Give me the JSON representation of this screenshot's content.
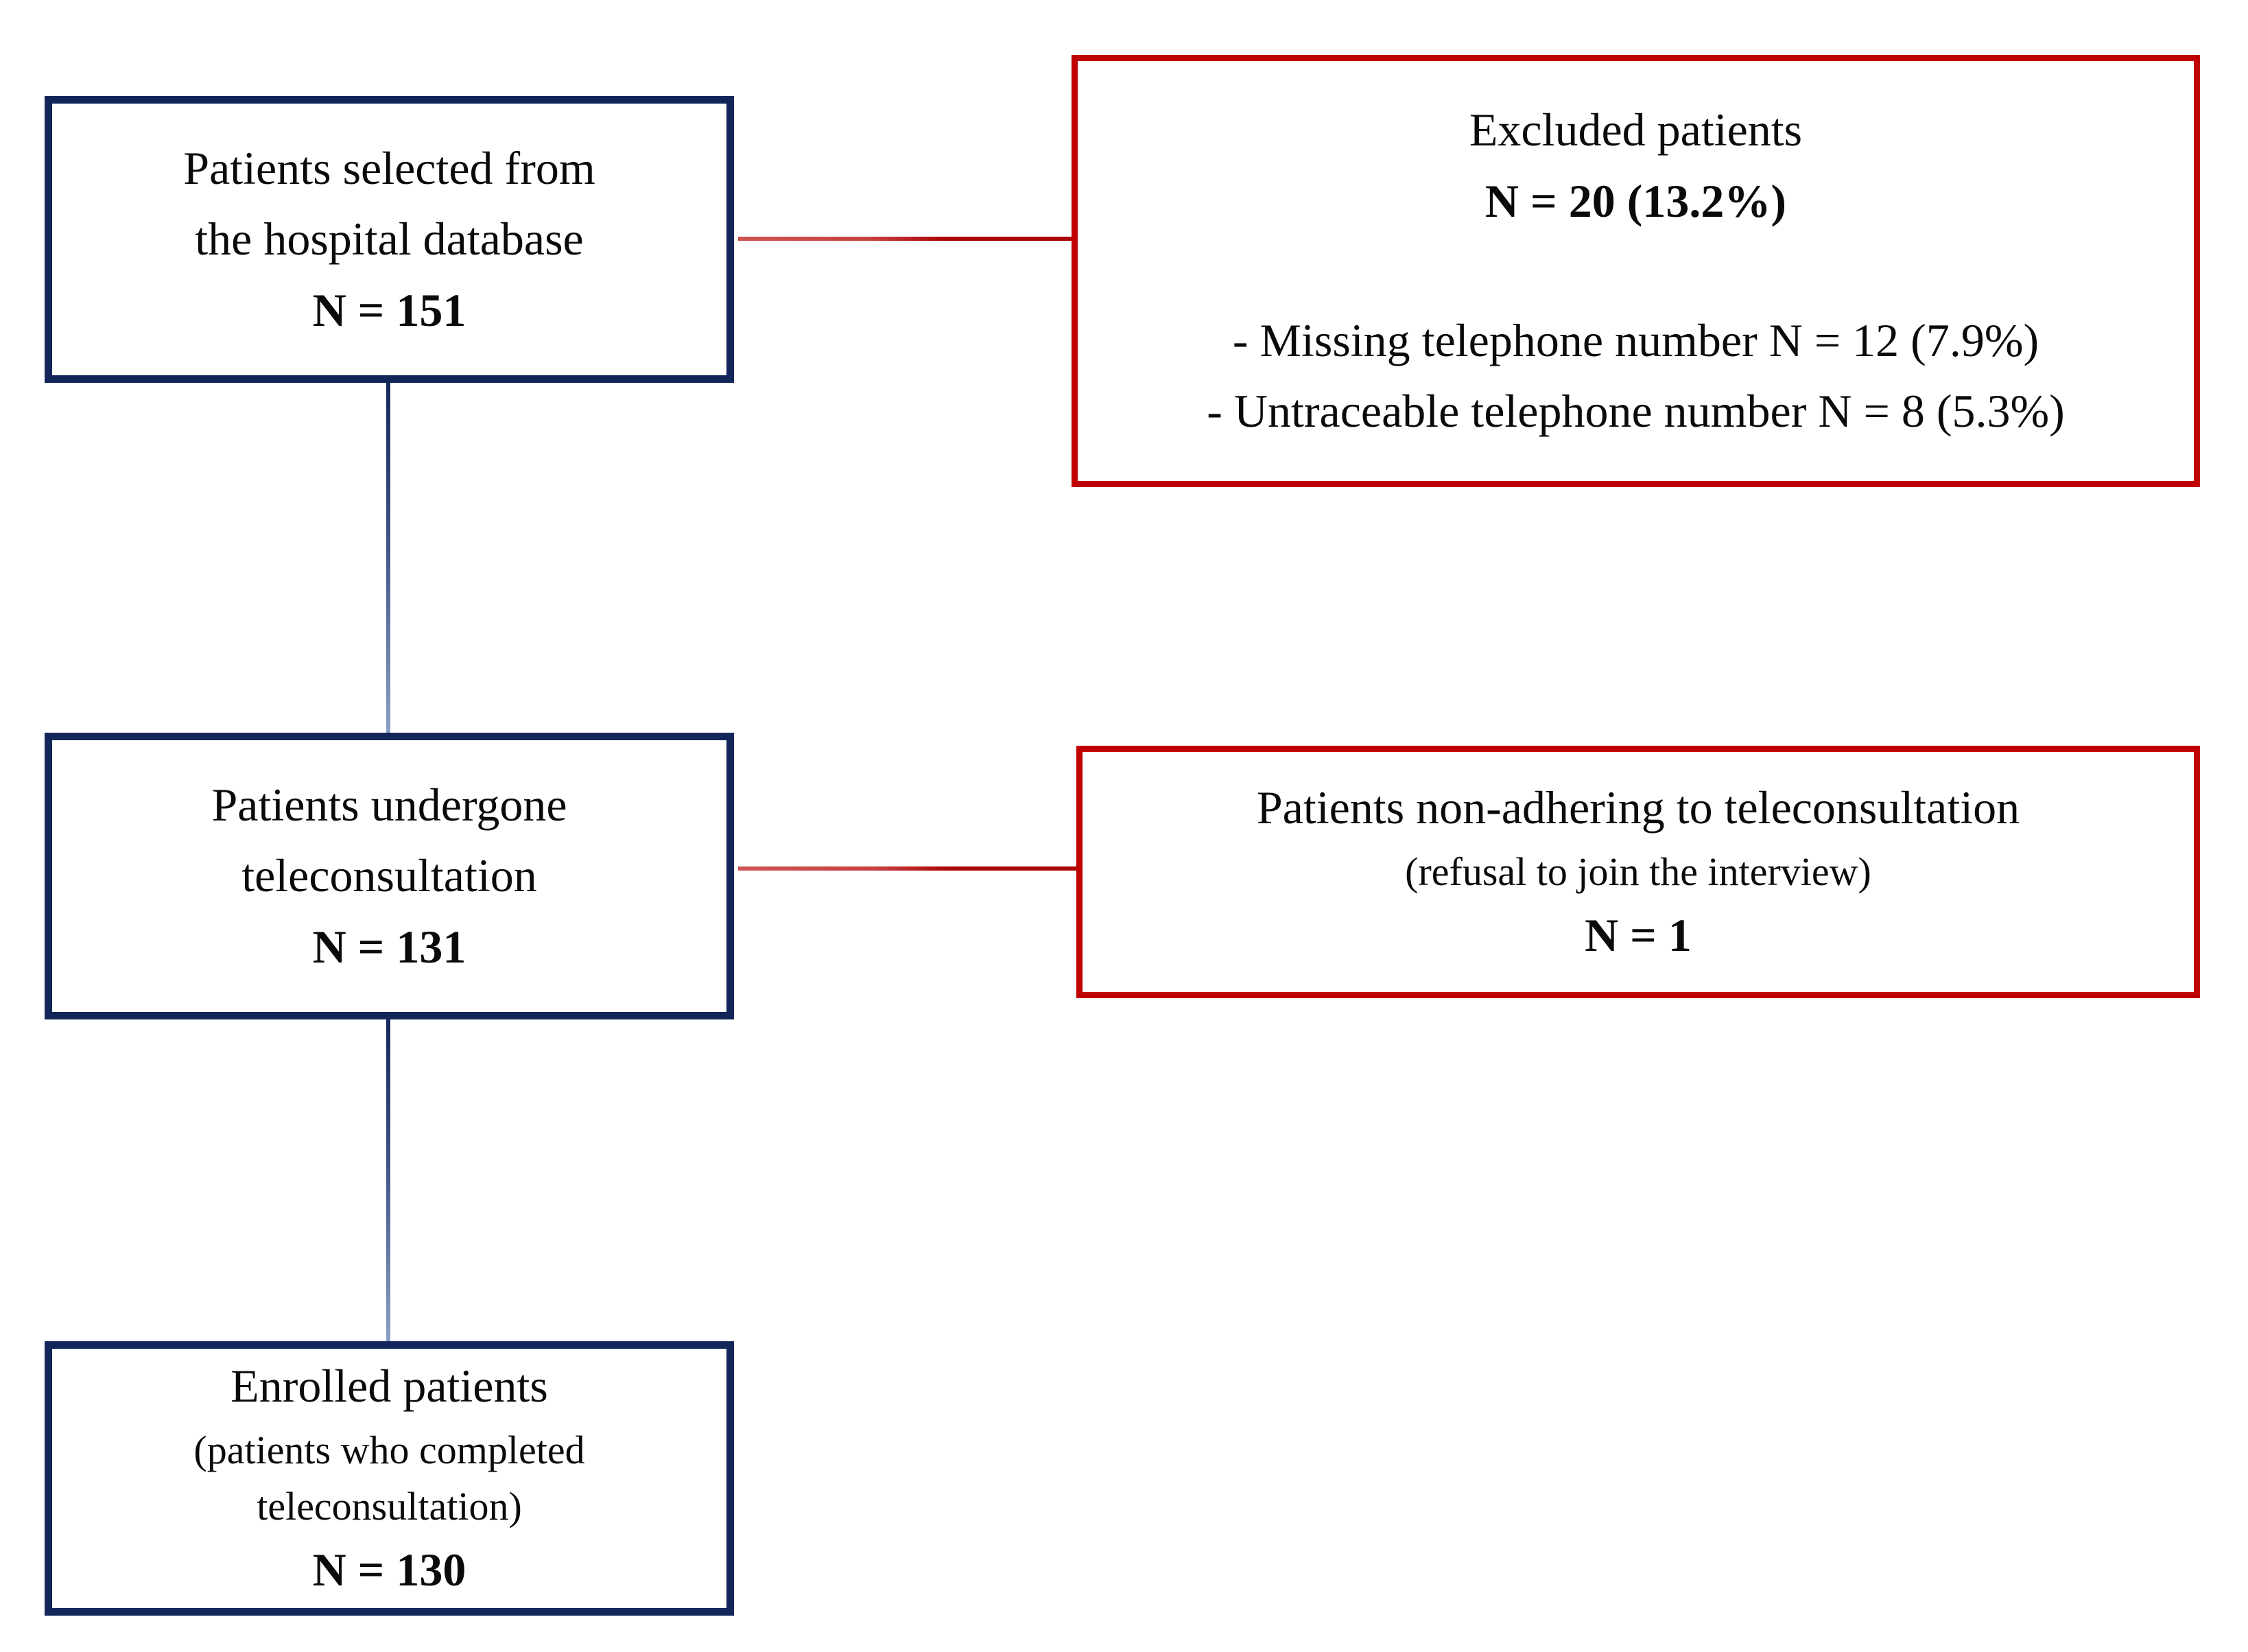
{
  "colors": {
    "navy": "#12265a",
    "red": "#c00000",
    "connector_blue": "#3e5586",
    "connector_red": "#ab0606"
  },
  "boxes": {
    "selected": {
      "line1": "Patients selected from",
      "line2": "the hospital database",
      "count": "N = 151"
    },
    "excluded": {
      "title": "Excluded patients",
      "count": "N = 20 (13.2%)",
      "item1": "- Missing telephone number N = 12 (7.9%)",
      "item2": "- Untraceable telephone number N = 8 (5.3%)"
    },
    "undergone": {
      "line1": "Patients undergone",
      "line2": "teleconsultation",
      "count": "N = 131"
    },
    "nonadhering": {
      "title": "Patients non-adhering to teleconsultation",
      "subtitle": "(refusal to join the interview)",
      "count": "N = 1"
    },
    "enrolled": {
      "title": "Enrolled patients",
      "subtitle_line1": "(patients who completed",
      "subtitle_line2": "teleconsultation)",
      "count": "N = 130"
    }
  }
}
